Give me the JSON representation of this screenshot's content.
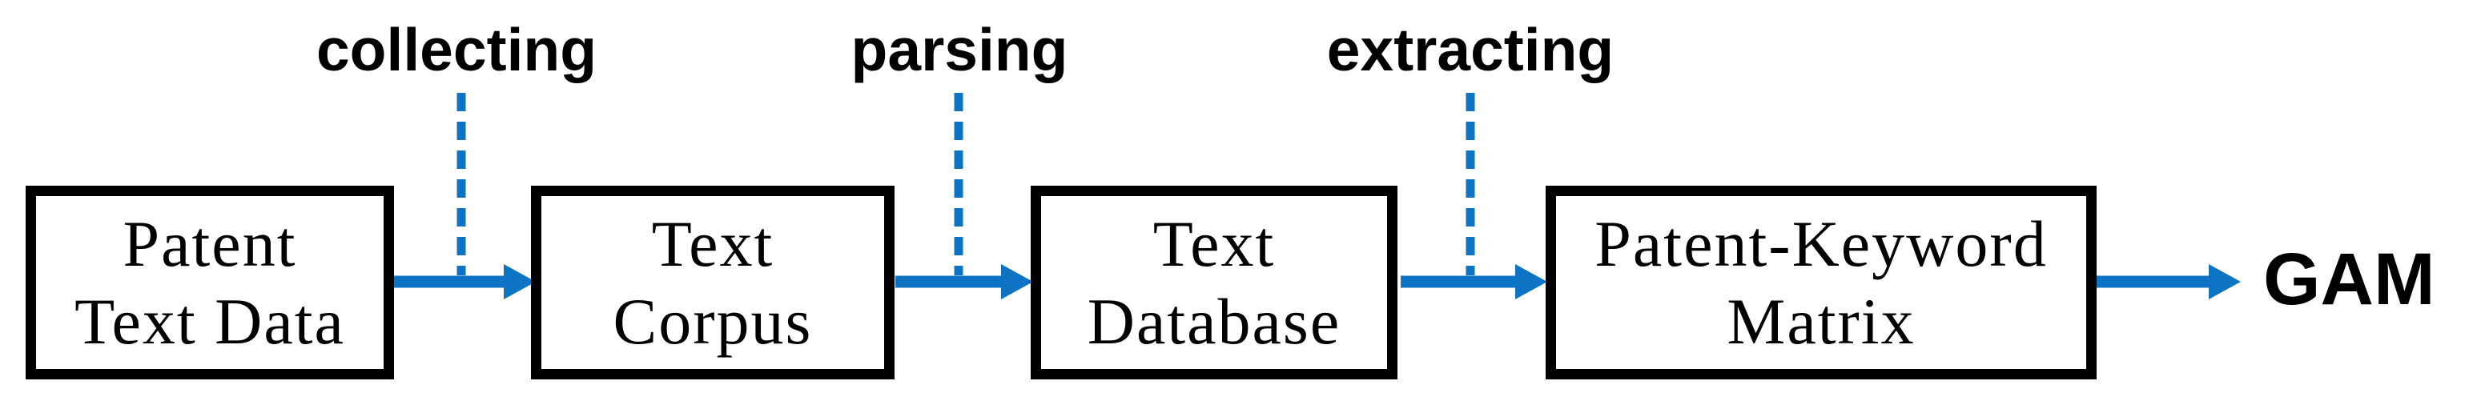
{
  "diagram": {
    "boxes": [
      {
        "line1": "Patent",
        "line2": "Text Data"
      },
      {
        "line1": "Text",
        "line2": "Corpus"
      },
      {
        "line1": "Text",
        "line2": "Database"
      },
      {
        "line1": "Patent-Keyword",
        "line2": "Matrix"
      }
    ],
    "process_labels": [
      "collecting",
      "parsing",
      "extracting"
    ],
    "output_label": "GAM",
    "colors": {
      "arrow_blue": "#0F73C4",
      "box_border": "#000000",
      "text": "#000000",
      "background": "#FFFFFF"
    }
  }
}
